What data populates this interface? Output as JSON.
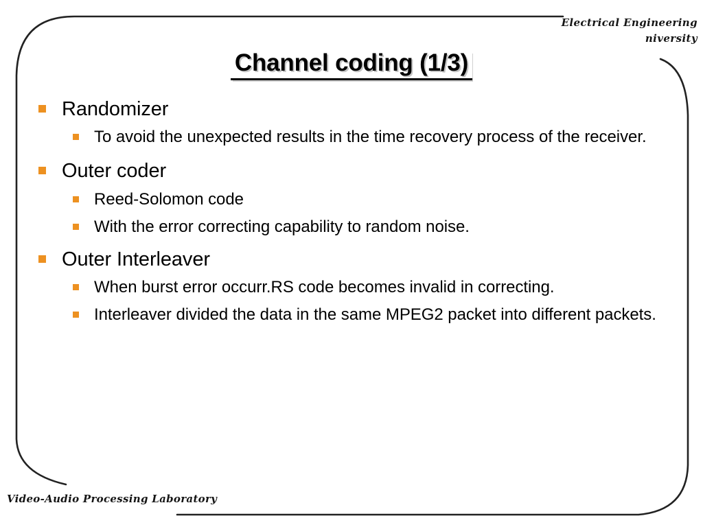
{
  "slide": {
    "title": "Channel coding (1/3)",
    "accent_color": "#ED9121",
    "text_color": "#000000",
    "background_color": "#FFFFFF",
    "frame_color": "#222222"
  },
  "header": {
    "line1": "Electrical Engineering",
    "line2": "niversity"
  },
  "footer": {
    "lab": "Video-Audio Processing Laboratory"
  },
  "content": {
    "groups": [
      {
        "heading": "Randomizer",
        "items": [
          "To avoid the unexpected results in the time recovery process of the receiver."
        ]
      },
      {
        "heading": "Outer coder",
        "items": [
          "Reed-Solomon code",
          "With the error correcting capability to random noise."
        ]
      },
      {
        "heading": "Outer Interleaver",
        "items": [
          "When burst error occurr.RS code becomes invalid in correcting.",
          "Interleaver divided the data in the same MPEG2 packet into different packets."
        ]
      }
    ]
  }
}
